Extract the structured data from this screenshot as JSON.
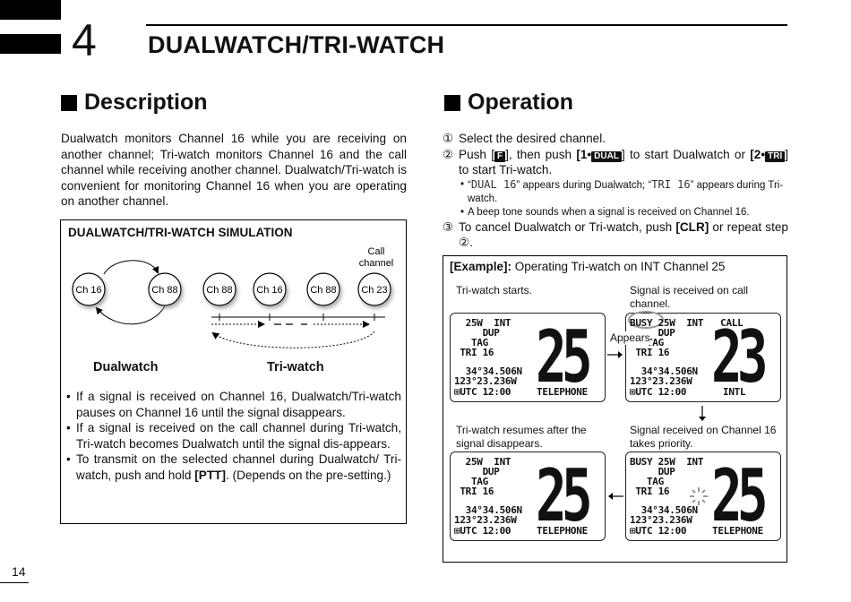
{
  "chapter": {
    "number": "4",
    "title": "DUALWATCH/TRI-WATCH"
  },
  "description": {
    "heading": "Description",
    "body": "Dualwatch monitors Channel 16 while you are receiving on another channel; Tri-watch monitors Channel 16 and the call channel while receiving another channel. Dualwatch/Tri-watch is convenient for monitoring Channel 16 when you are operating on another channel.",
    "simulation": {
      "title": "DUALWATCH/TRI-WATCH SIMULATION",
      "call_label_1": "Call",
      "call_label_2": "channel",
      "dualwatch_channels": [
        "Ch 16",
        "Ch 88"
      ],
      "triwatch_channels": [
        "Ch 88",
        "Ch 16",
        "Ch 88",
        "Ch 23"
      ],
      "dualwatch_caption": "Dualwatch",
      "triwatch_caption": "Tri-watch",
      "bullets": [
        "If a signal is received on Channel 16, Dualwatch/Tri-watch pauses on Channel 16 until the signal disappears.",
        "If a signal is received on the call channel during Tri-watch, Tri-watch becomes Dualwatch until the signal dis-appears.",
        "To transmit on the selected channel during Dualwatch/ Tri-watch, push and hold "
      ],
      "bullet3_key": "[PTT]",
      "bullet3_tail": ". (Depends on the pre-setting.)"
    }
  },
  "operation": {
    "heading": "Operation",
    "step1_num": "①",
    "step1": "Select the desired channel.",
    "step2_num": "②",
    "step2_a": "Push [",
    "step2_fkey": "F",
    "step2_b": "], then push ",
    "step2_key1": "[1•",
    "step2_dual": "DUAL",
    "step2_c": "] to start Dualwatch or",
    "step2_key2": "[2•",
    "step2_tri": "TRI",
    "step2_d": "] to start Tri-watch.",
    "sub1_a": "“",
    "sub1_lcd1": "DUAL 16",
    "sub1_b": "” appears during Dualwatch; “",
    "sub1_lcd2": "TRI 16",
    "sub1_c": "” appears during Tri-watch.",
    "sub2": "A beep tone sounds when a signal is received on Channel 16.",
    "step3_num": "③",
    "step3_a": "To cancel Dualwatch or Tri-watch, push ",
    "step3_key": "[CLR]",
    "step3_b": " or repeat step ②.",
    "example": {
      "title_bold": "[Example]:",
      "title_rest": " Operating Tri-watch on INT Channel 25",
      "caption_1": "Tri-watch starts.",
      "caption_2": "Signal is received on call channel.",
      "caption_3": "Tri-watch resumes after the signal disappears.",
      "caption_4": "Signal received on Channel 16 takes priority.",
      "appears_label": "Appears",
      "lcds": [
        {
          "line1": "  25W  INT",
          "line2": "     DUP",
          "line3": "   TAG",
          "line4": " TRI 16",
          "line5": "  34°34.506N",
          "line6": "123°23.236W",
          "line7": "⊞UTC 12:00",
          "big": "25",
          "bottom_right": "TELEPHONE"
        },
        {
          "line1": "BUSY 25W  INT   CALL",
          "line2": "     DUP",
          "line3": "   TAG",
          "line4": " TRI 16",
          "line5": "  34°34.506N",
          "line6": "123°23.236W",
          "line7": "⊞UTC 12:00",
          "big": "23",
          "bottom_right": "INTL"
        },
        {
          "line1": "  25W  INT",
          "line2": "     DUP",
          "line3": "   TAG",
          "line4": " TRI 16",
          "line5": "  34°34.506N",
          "line6": "123°23.236W",
          "line7": "⊞UTC 12:00",
          "big": "25",
          "bottom_right": "TELEPHONE"
        },
        {
          "line1": "BUSY 25W  INT",
          "line2": "     DUP",
          "line3": "   TAG",
          "line4": " TRI 16",
          "line5": "  34°34.506N",
          "line6": "123°23.236W",
          "line7": "⊞UTC 12:00",
          "big": "25",
          "bottom_right": "TELEPHONE"
        }
      ]
    }
  },
  "page_number": "14"
}
